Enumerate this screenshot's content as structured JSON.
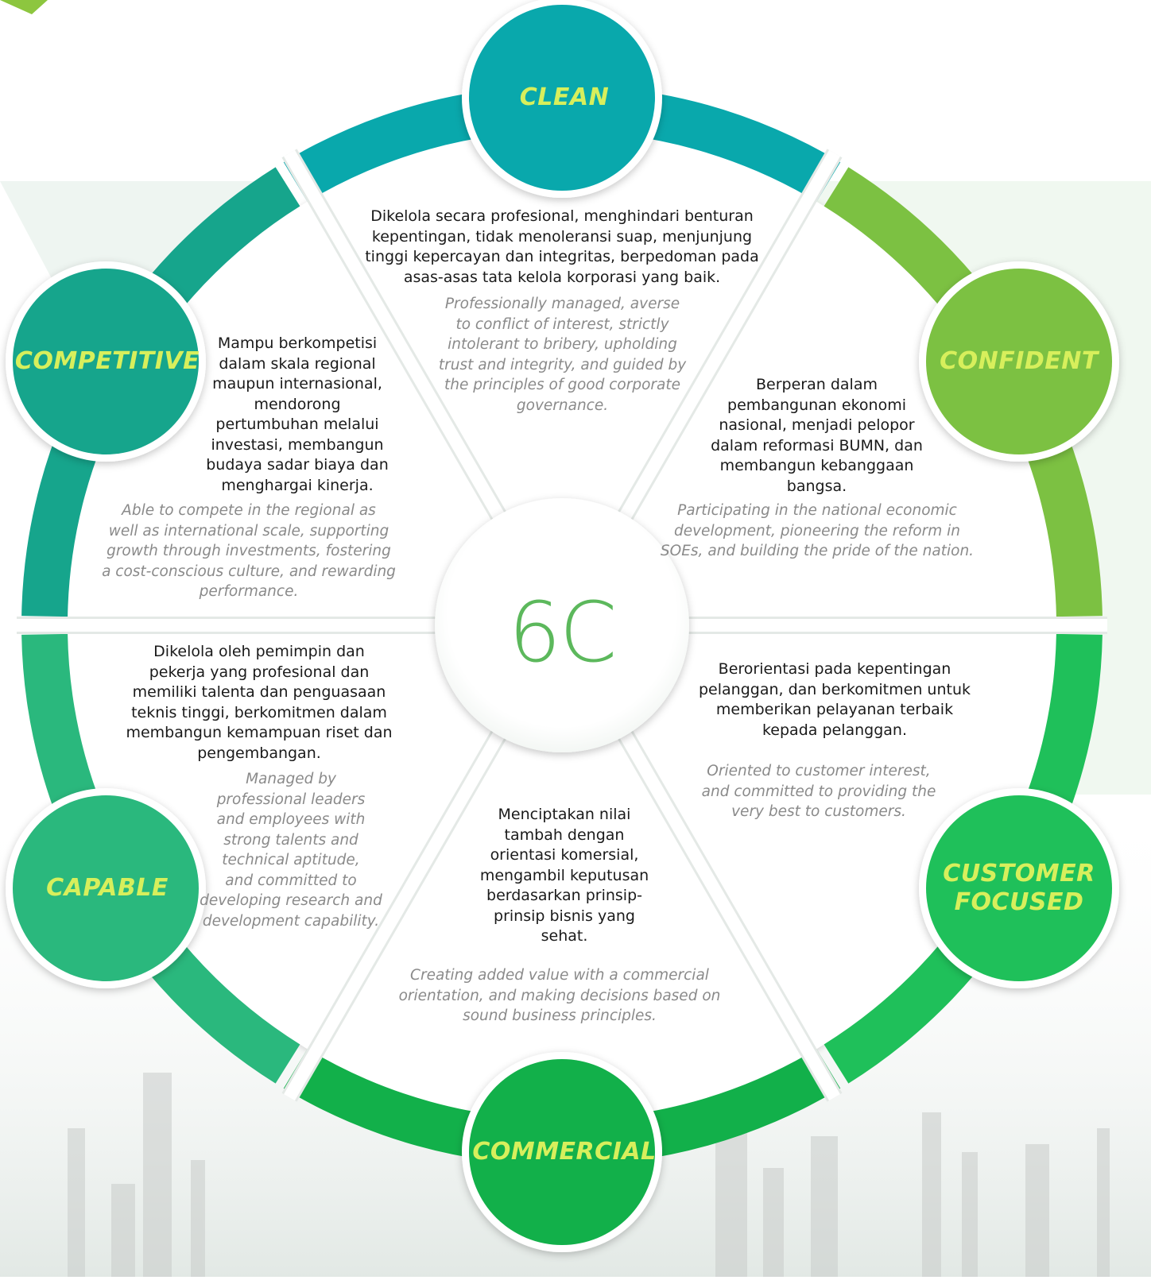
{
  "center": {
    "label": "6C"
  },
  "colors": {
    "clean": "#09a8ac",
    "confident": "#7cc142",
    "competitive": "#16a58c",
    "capable": "#2ab87d",
    "customer_focused": "#1fc05a",
    "commercial": "#12b04a",
    "label_yellow": "#d7ef5c",
    "center_green": "#5cb85c"
  },
  "values": [
    {
      "key": "clean",
      "label": "CLEAN",
      "id_text": "Dikelola secara profesional, menghindari benturan kepentingan, tidak menoleransi suap, menjunjung tinggi kepercayan dan integritas, berpedoman pada asas-asas tata kelola korporasi yang baik.",
      "en_text": "Professionally managed, averse to conflict of interest, strictly intolerant to bribery, upholding trust and integrity, and guided by the principles of good corporate governance.",
      "id_lines": [
        "Dikelola secara profesional, menghindari benturan",
        "kepentingan, tidak menoleransi suap, menjunjung",
        "tinggi kepercayan dan integritas, berpedoman pada",
        "asas-asas tata kelola korporasi yang baik."
      ],
      "en_lines": [
        "Professionally managed, averse",
        "to conflict of interest, strictly",
        "intolerant to bribery, upholding",
        "trust and integrity, and guided by",
        "the principles of good corporate",
        "governance."
      ]
    },
    {
      "key": "confident",
      "label": "CONFIDENT",
      "id_text": "Berperan dalam pembangunan ekonomi nasional, menjadi pelopor dalam reformasi BUMN, dan membangun kebanggaan bangsa.",
      "en_text": "Participating in the national economic development, pioneering the reform in SOEs, and building the pride of the nation.",
      "id_lines": [
        "Berperan dalam",
        "pembangunan ekonomi",
        "nasional, menjadi pelopor",
        "dalam reformasi BUMN, dan",
        "membangun kebanggaan",
        "bangsa."
      ],
      "en_lines": [
        "Participating in the national economic",
        "development, pioneering the reform in",
        "SOEs, and building the pride of the nation."
      ]
    },
    {
      "key": "competitive",
      "label": "COMPETITIVE",
      "id_text": "Mampu berkompetisi dalam skala regional maupun internasional, mendorong pertumbuhan melalui investasi, membangun budaya sadar biaya dan menghargai kinerja.",
      "en_text": "Able to compete in the regional as well as international scale, supporting growth through investments, fostering a cost-conscious culture, and rewarding performance.",
      "id_lines": [
        "Mampu berkompetisi",
        "dalam skala regional",
        "maupun internasional,",
        "mendorong",
        "pertumbuhan melalui",
        "investasi, membangun",
        "budaya sadar biaya dan",
        "menghargai kinerja."
      ],
      "en_lines": [
        "Able to compete in the regional as",
        "well as international scale, supporting",
        "growth through investments, fostering",
        "a cost-conscious culture, and rewarding",
        "performance."
      ]
    },
    {
      "key": "capable",
      "label": "CAPABLE",
      "id_text": "Dikelola oleh pemimpin dan pekerja yang profesional dan memiliki talenta dan penguasaan teknis tinggi, berkomitmen dalam membangun kemampuan riset dan pengembangan.",
      "en_text": "Managed by professional leaders and employees with strong talents and technical aptitude, and committed to developing research and development capability.",
      "id_lines": [
        "Dikelola oleh pemimpin dan",
        "pekerja yang profesional dan",
        "memiliki talenta dan penguasaan",
        "teknis tinggi, berkomitmen dalam",
        "membangun kemampuan riset dan",
        "pengembangan."
      ],
      "en_lines": [
        "Managed by",
        "professional leaders",
        "and employees with",
        "strong talents and",
        "technical aptitude,",
        "and committed to",
        "developing research and",
        "development capability."
      ]
    },
    {
      "key": "customer_focused",
      "label": "CUSTOMER FOCUSED",
      "label_lines": [
        "CUSTOMER",
        "FOCUSED"
      ],
      "id_text": "Berorientasi pada kepentingan pelanggan, dan berkomitmen untuk memberikan pelayanan terbaik kepada pelanggan.",
      "en_text": "Oriented to customer interest, and committed to providing the very best to customers.",
      "id_lines": [
        "Berorientasi pada kepentingan",
        "pelanggan, dan berkomitmen untuk",
        "memberikan pelayanan terbaik",
        "kepada pelanggan."
      ],
      "en_lines": [
        "Oriented to customer interest,",
        "and committed to providing the",
        "very best to customers."
      ]
    },
    {
      "key": "commercial",
      "label": "COMMERCIAL",
      "id_text": "Menciptakan nilai tambah dengan orientasi komersial, mengambil keputusan berdasarkan prinsip-prinsip bisnis yang sehat.",
      "en_text": "Creating added value with a commercial orientation, and making decisions based on sound business principles.",
      "id_lines": [
        "Menciptakan nilai",
        "tambah dengan",
        "orientasi komersial,",
        "mengambil keputusan",
        "berdasarkan prinsip-",
        "prinsip bisnis yang",
        "sehat."
      ],
      "en_lines": [
        "Creating added value with a commercial",
        "orientation, and making decisions based on",
        "sound business principles."
      ]
    }
  ]
}
